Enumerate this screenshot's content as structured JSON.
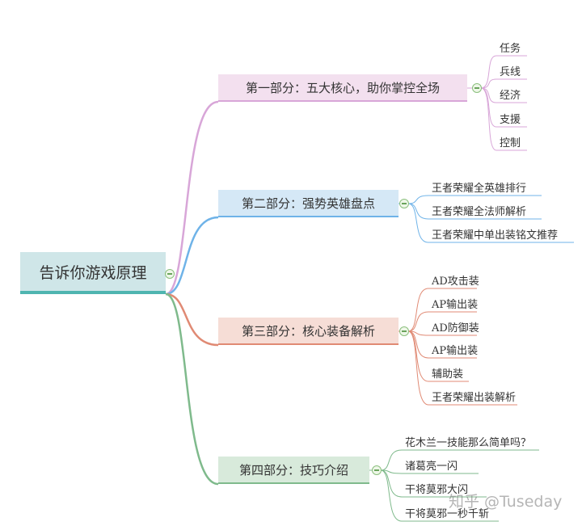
{
  "root": {
    "label": "告诉你游戏原理"
  },
  "branches": [
    {
      "label": "第一部分：五大核心，助你掌控全场",
      "color": "#d8a6d8",
      "fill": "#f3e0ef",
      "children": [
        "任务",
        "兵线",
        "经济",
        "支援",
        "控制"
      ]
    },
    {
      "label": "第二部分：强势英雄盘点",
      "color": "#6fb3e8",
      "fill": "#d5e8f6",
      "children": [
        "王者荣耀全英雄排行",
        "王者荣耀全法师解析",
        "王者荣耀中单出装铭文推荐"
      ]
    },
    {
      "label": "第三部分：核心装备解析",
      "color": "#e08a74",
      "fill": "#f6ddd6",
      "children": [
        "AD攻击装",
        "AP输出装",
        "AD防御装",
        "AP输出装",
        "辅助装",
        "王者荣耀出装解析"
      ]
    },
    {
      "label": "第四部分：技巧介绍",
      "color": "#7fba8c",
      "fill": "#d8eadb",
      "children": [
        "花木兰一技能那么简单吗？",
        "诸葛亮一闪",
        "干将莫邪大闪",
        "干将莫邪一秒千斩"
      ]
    }
  ],
  "watermark": "知乎 @Tuseday"
}
